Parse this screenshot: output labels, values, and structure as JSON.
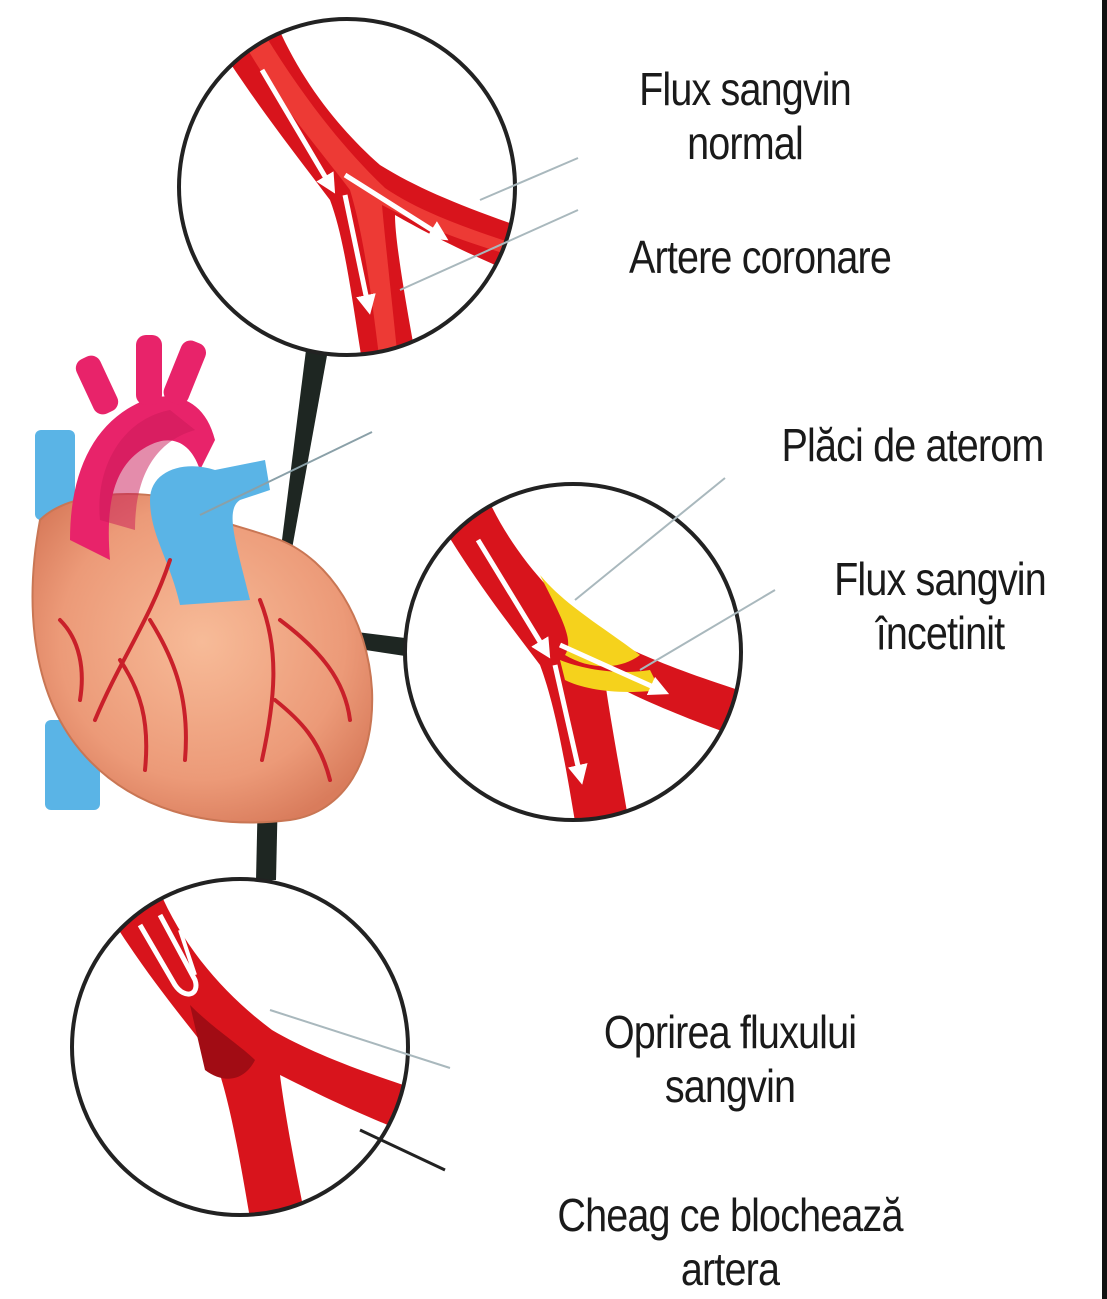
{
  "labels": {
    "normal_flow": {
      "line1": "Flux sangvin",
      "line2": "normal"
    },
    "coronary": "Artere coronare",
    "plaques": "Plăci de aterom",
    "slowed_flow": {
      "line1": "Flux sangvin",
      "line2": "încetinit"
    },
    "stopped_flow": {
      "line1": "Oprirea fluxului",
      "line2": "sangvin"
    },
    "clot": {
      "line1": "Cheag ce blochează",
      "line2": "artera"
    }
  },
  "colors": {
    "artery_red": "#d8141c",
    "artery_lumen": "#ff5a4a",
    "plaque_yellow": "#f5d21c",
    "heart_peach": "#f1a682",
    "aorta_pink": "#e8236a",
    "vein_blue": "#5ab4e6",
    "connector": "#1e2622"
  }
}
